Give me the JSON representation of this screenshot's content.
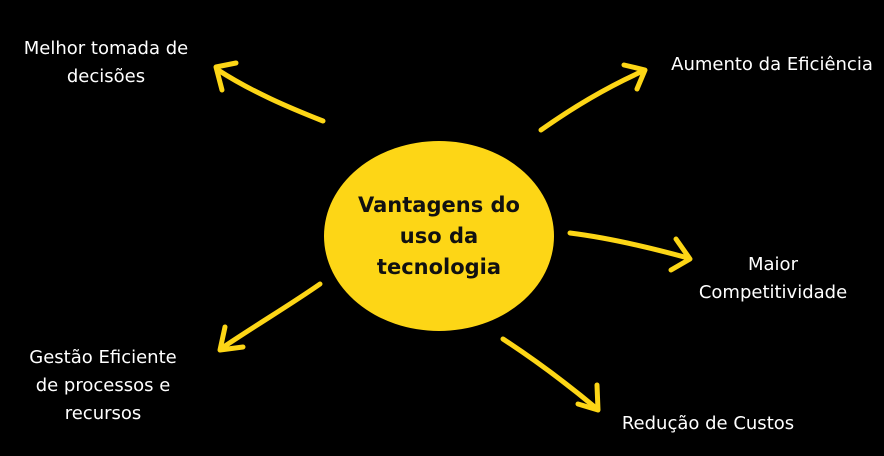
{
  "center": {
    "label": "Vantagens do\nuso da\ntecnologia"
  },
  "nodes": {
    "decisoes": "Melhor tomada de\ndecisões",
    "eficiencia": "Aumento da Eficiência",
    "competitividade": "Maior\nCompetitividade",
    "custos": "Redução de Custos",
    "gestao": "Gestão Eficiente\nde processos e\nrecursos"
  },
  "colors": {
    "background": "#000000",
    "accent": "#FDD616",
    "text": "#FFFFFF"
  }
}
